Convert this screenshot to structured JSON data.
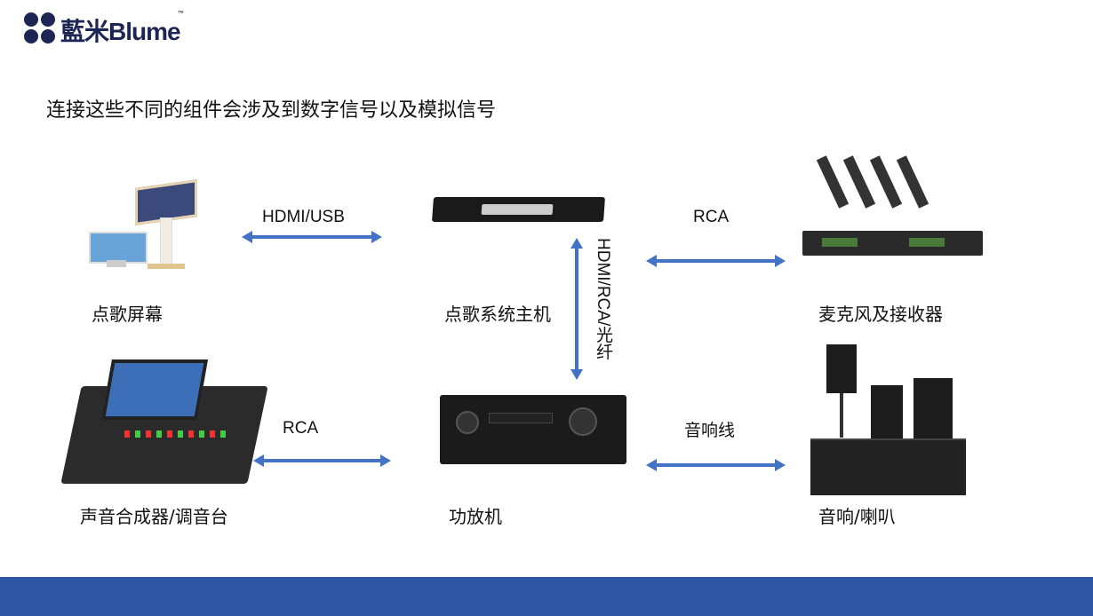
{
  "logo": {
    "text": "藍米Blume",
    "tm": "™"
  },
  "title": "连接这些不同的组件会涉及到数字信号以及模拟信号",
  "components": {
    "screen": "点歌屏幕",
    "host": "点歌系统主机",
    "mic": "麦克风及接收器",
    "mixer": "声音合成器/调音台",
    "amp": "功放机",
    "speaker": "音响/喇叭"
  },
  "connections": {
    "screen_host": "HDMI/USB",
    "host_mic": "RCA",
    "host_amp": "HDMI/RCA/光纤",
    "mixer_amp": "RCA",
    "amp_speaker": "音响线"
  },
  "colors": {
    "arrow": "#4472c4",
    "footer": "#2f55a3",
    "logo": "#1c2553"
  }
}
